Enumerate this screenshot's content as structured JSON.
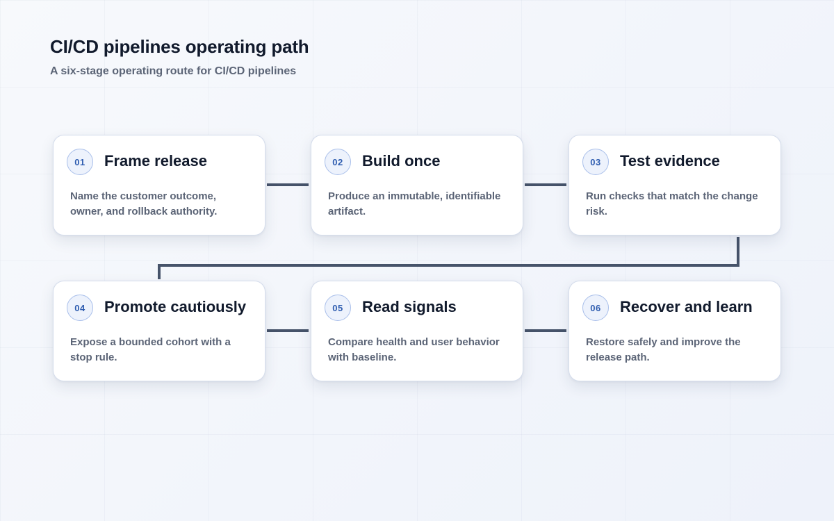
{
  "header": {
    "title": "CI/CD pipelines operating path",
    "subtitle": "A six-stage operating route for CI/CD pipelines"
  },
  "colors": {
    "connector": "#46536a",
    "badge_border": "#a9bfea",
    "badge_fill": "#edf2fc",
    "badge_text": "#2f5db0",
    "title_text": "#111a2c",
    "body_text": "#5b6476"
  },
  "stages": [
    {
      "number": "01",
      "title": "Frame release",
      "description": "Name the customer outcome, owner, and rollback authority."
    },
    {
      "number": "02",
      "title": "Build once",
      "description": "Produce an immutable, identifiable artifact."
    },
    {
      "number": "03",
      "title": "Test evidence",
      "description": "Run checks that match the change risk."
    },
    {
      "number": "04",
      "title": "Promote cautiously",
      "description": "Expose a bounded cohort with a stop rule."
    },
    {
      "number": "05",
      "title": "Read signals",
      "description": "Compare health and user behavior with baseline."
    },
    {
      "number": "06",
      "title": "Recover and learn",
      "description": "Restore safely and improve the release path."
    }
  ],
  "connections": [
    {
      "from": "01",
      "to": "02"
    },
    {
      "from": "02",
      "to": "03"
    },
    {
      "from": "03",
      "to": "04"
    },
    {
      "from": "04",
      "to": "05"
    },
    {
      "from": "05",
      "to": "06"
    }
  ]
}
